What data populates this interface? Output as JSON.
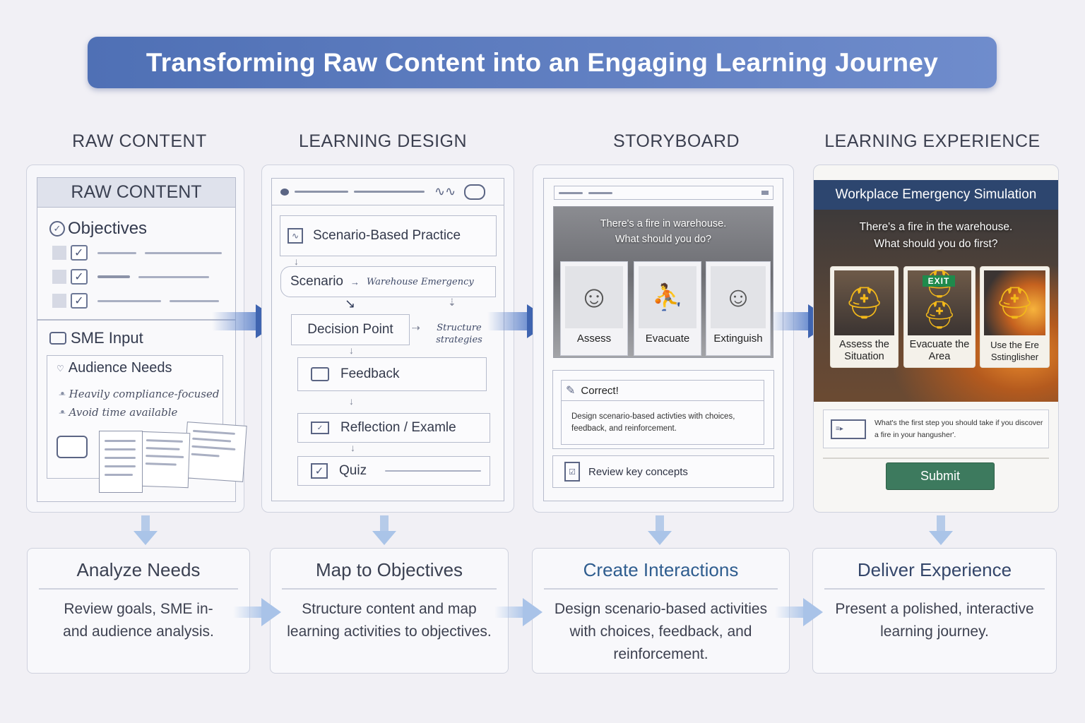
{
  "title": "Transforming Raw Content into an Engaging Learning Journey",
  "columns": {
    "raw": "RAW CONTENT",
    "design": "LEARNING DESIGN",
    "storyboard": "STORYBOARD",
    "experience": "LEARNING EXPERIENCE"
  },
  "raw_panel": {
    "header": "RAW CONTENT",
    "objectives": "Objectives",
    "sme_input": "SME Input",
    "audience_needs": "Audience Needs",
    "bullets": [
      "Heavily compliance-focused",
      "Avoid time available"
    ]
  },
  "design_panel": {
    "scenario_practice": "Scenario-Based Practice",
    "scenario": "Scenario",
    "scenario_note": "Warehouse Emergency",
    "decision_point": "Decision Point",
    "structure_note": "Structure strategies",
    "feedback": "Feedback",
    "reflection": "Reflection / Examle",
    "quiz": "Quiz"
  },
  "storyboard_panel": {
    "prompt": "There's a fire in warehouse. What should you do?",
    "choices": [
      "Assess",
      "Evacuate",
      "Extinguish"
    ],
    "correct": "Correct!",
    "feedback_text": "Design scenario-based activties with choices, feedback, and reinforcement.",
    "review": "Review key concepts"
  },
  "experience_panel": {
    "header": "Workplace Emergency Simulation",
    "prompt": "There's a fire in the warehouse. What should you do first?",
    "exit_sign": "EXIT",
    "choices": [
      "Assess the Situation",
      "Evacuate the Area",
      "Use the Ere Sstinglisher"
    ],
    "question": "What's the first step you should take if you discover a fire in your hangusher'.",
    "submit": "Submit"
  },
  "steps": [
    {
      "title": "Analyze Needs",
      "body": "Review goals, SME in- and audience analysis."
    },
    {
      "title": "Map to Objectives",
      "body": "Structure content and map learning activities to objectives."
    },
    {
      "title": "Create Interactions",
      "body": "Design scenario-based activities with choices, feedback, and reinforcement."
    },
    {
      "title": "Deliver Experience",
      "body": "Present a polished, interactive learning journey."
    }
  ],
  "colors": {
    "banner": "#5573b9",
    "flow_arrow": "#3f64b0",
    "submit": "#3d7a5e",
    "accent_title": "#2f5d8f"
  }
}
